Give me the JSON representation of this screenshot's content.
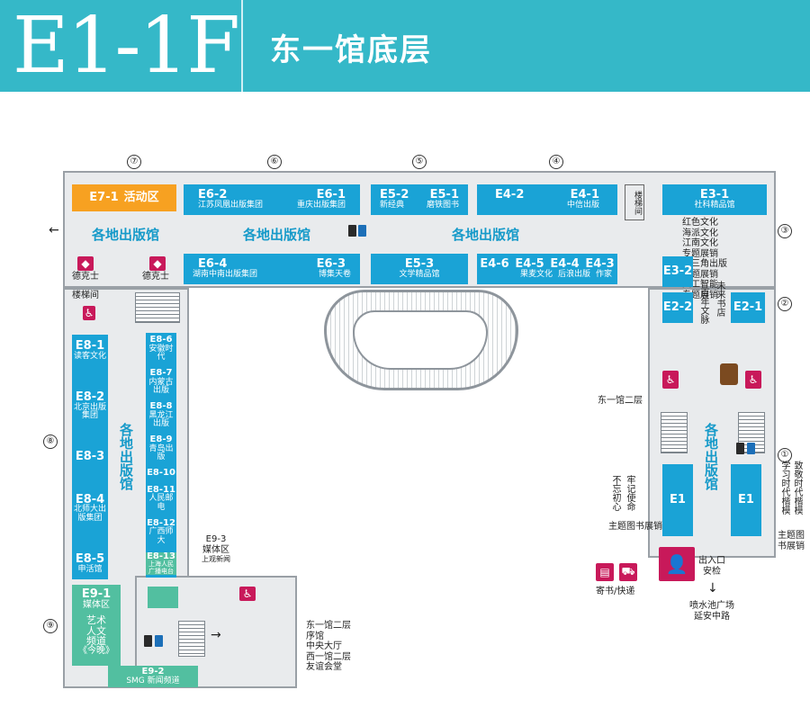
{
  "header": {
    "code": "E1-1F",
    "title": "东一馆底层"
  },
  "axis": [
    "⑦",
    "⑥",
    "⑤",
    "④",
    "③",
    "②",
    "①",
    "⑧",
    "⑨"
  ],
  "top_row": [
    {
      "code": "E7-1",
      "name": "活动区"
    },
    {
      "code": "E6-2",
      "name": "江苏凤凰出版集团"
    },
    {
      "code": "E6-1",
      "name": "重庆出版集团"
    },
    {
      "code": "E5-2",
      "name": "新经典"
    },
    {
      "code": "E5-1",
      "name": "磨铁图书"
    },
    {
      "code": "E4-2",
      "name": ""
    },
    {
      "code": "E4-1",
      "name": "中信出版"
    },
    {
      "code": "E3-1",
      "name": "社科精品馆"
    }
  ],
  "second_row": [
    {
      "code": "E6-4",
      "name": "湖南中南出版集团"
    },
    {
      "code": "E6-3",
      "name": "博集天卷"
    },
    {
      "code": "E5-3",
      "name": "文学精品馆"
    },
    {
      "code": "E4-6",
      "name": ""
    },
    {
      "code": "E4-5",
      "name": "果麦文化"
    },
    {
      "code": "E4-4",
      "name": "后浪出版"
    },
    {
      "code": "E4-3",
      "name": "作家"
    }
  ],
  "e3": {
    "code32": "E3-2",
    "list": [
      "红色文化",
      "海派文化",
      "江南文化",
      "专题展销",
      "长三角出版",
      "专题展销",
      "人工智能",
      "专题展销"
    ],
    "e22": "E2-2",
    "e21": "E2-1",
    "baiwen": "百年文脉",
    "weilai": "未来书店"
  },
  "hall_label": "各地出版馆",
  "dekeshi": "德克士",
  "stair_label": "楼梯间",
  "e8": [
    {
      "code": "E8-1",
      "name": "读客文化"
    },
    {
      "code": "E8-2",
      "name": "北京出版集团"
    },
    {
      "code": "E8-3",
      "name": ""
    },
    {
      "code": "E8-4",
      "name": "北师大出版集团"
    },
    {
      "code": "E8-5",
      "name": "申活馆"
    }
  ],
  "e8_col": [
    {
      "code": "E8-6",
      "name": "安徽时代"
    },
    {
      "code": "E8-7",
      "name": "内蒙古出版"
    },
    {
      "code": "E8-8",
      "name": "黑龙江出版"
    },
    {
      "code": "E8-9",
      "name": "青岛出版"
    },
    {
      "code": "E8-10",
      "name": ""
    },
    {
      "code": "E8-11",
      "name": "人民邮电"
    },
    {
      "code": "E8-12",
      "name": "广西师大"
    },
    {
      "code": "E8-13",
      "name": "上海人民广播电台"
    }
  ],
  "e9": {
    "e91": "E9-1",
    "e91n": "媒体区",
    "art": "艺术人文频道",
    "jinwan": "《今晚》",
    "e92": "E9-2",
    "e92n": "SMG 新闻频道",
    "e93": "E9-3",
    "e93n": "媒体区",
    "e93s": "上观新闻"
  },
  "east": {
    "e1": "E1",
    "left_v": [
      "不忘初心",
      "牢记使命"
    ],
    "left_h": "主题图书展销",
    "right_v": [
      "学习时代楷模",
      "致敬时代楷模"
    ],
    "right_h": "主题图书展销",
    "second_floor": "东一馆二层",
    "entry": "出入口",
    "check": "安检",
    "fountain": "喷水池广场",
    "yanan": "延安中路",
    "mail": "寄书/快递",
    "service_sign": "服务台"
  },
  "bottom_note": [
    "东一馆二层",
    "序馆",
    "中央大厅",
    "西一馆二层",
    "友谊会堂"
  ],
  "colors": {
    "header": "#35b8c8",
    "booth": "#1aa3d6",
    "orange": "#f7a121",
    "green": "#52bfa0",
    "magenta": "#c8195a"
  }
}
